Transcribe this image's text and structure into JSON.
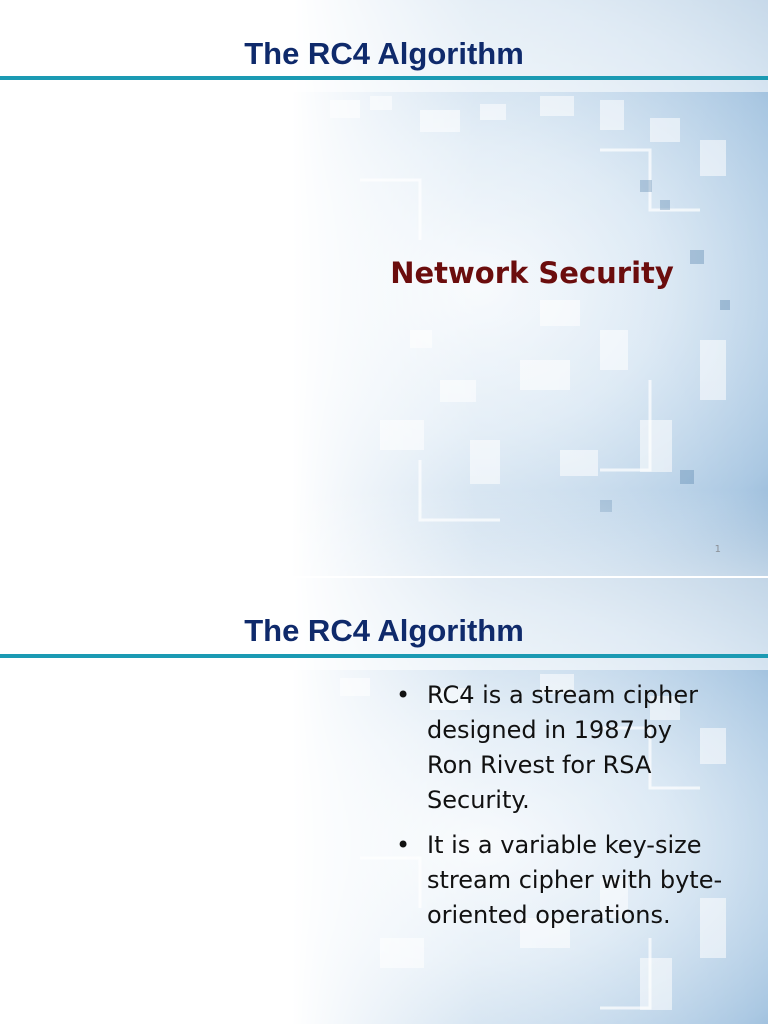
{
  "slides": [
    {
      "title": "The RC4 Algorithm",
      "subtitle": "Network Security",
      "slide_number": "1"
    },
    {
      "title": "The RC4 Algorithm",
      "bullet_glyph": "•",
      "bullets": [
        "RC4 is a stream cipher designed in 1987 by Ron Rivest for RSA Security.",
        "It is a variable key-size stream cipher with byte-oriented operations."
      ]
    }
  ],
  "colors": {
    "title": "#0f2a6b",
    "rule": "#1b9ab3",
    "subtitle": "#6b0d0d",
    "background_tint": "#b8d4ec"
  },
  "background_image": "digital-tunnel-circuit-graphic"
}
